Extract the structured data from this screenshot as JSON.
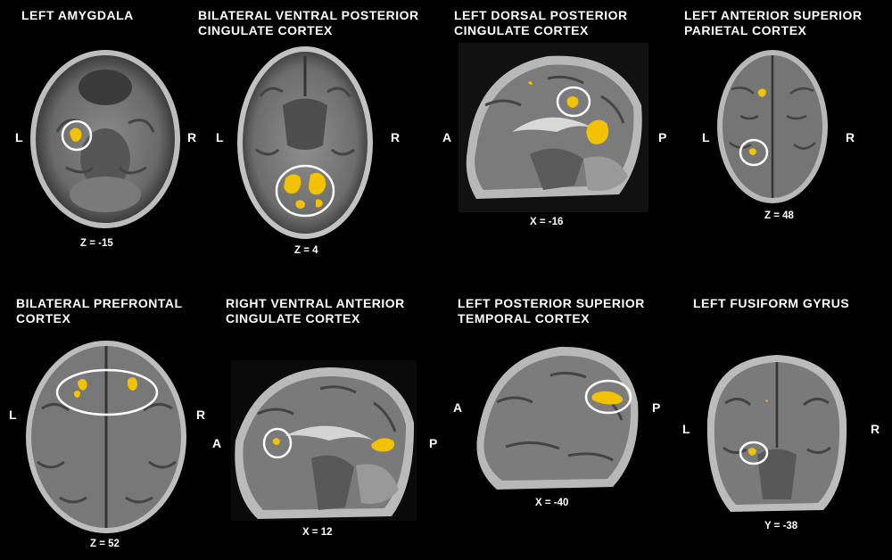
{
  "panels": [
    {
      "title_line1": "LEFT AMYGDALA",
      "title_line2": "",
      "coord": "Z = -15",
      "left_label": "L",
      "right_label": "R"
    },
    {
      "title_line1": "BILATERAL VENTRAL POSTERIOR",
      "title_line2": "CINGULATE CORTEX",
      "coord": "Z = 4",
      "left_label": "L",
      "right_label": "R"
    },
    {
      "title_line1": "LEFT DORSAL POSTERIOR",
      "title_line2": "CINGULATE CORTEX",
      "coord": "X = -16",
      "left_label": "A",
      "right_label": "P"
    },
    {
      "title_line1": "LEFT ANTERIOR SUPERIOR",
      "title_line2": "PARIETAL CORTEX",
      "coord": "Z = 48",
      "left_label": "L",
      "right_label": "R"
    },
    {
      "title_line1": "BILATERAL PREFRONTAL",
      "title_line2": "CORTEX",
      "coord": "Z = 52",
      "left_label": "L",
      "right_label": "R"
    },
    {
      "title_line1": "RIGHT VENTRAL ANTERIOR",
      "title_line2": "CINGULATE CORTEX",
      "coord": "X = 12",
      "left_label": "A",
      "right_label": "P"
    },
    {
      "title_line1": "LEFT POSTERIOR SUPERIOR",
      "title_line2": "TEMPORAL CORTEX",
      "coord": "X = -40",
      "left_label": "A",
      "right_label": "P"
    },
    {
      "title_line1": "LEFT FUSIFORM GYRUS",
      "title_line2": "",
      "coord": "Y = -38",
      "left_label": "L",
      "right_label": "R"
    }
  ],
  "colors": {
    "activation": "#f2c200",
    "highlight_ring": "#ffffff",
    "background": "#000000"
  }
}
